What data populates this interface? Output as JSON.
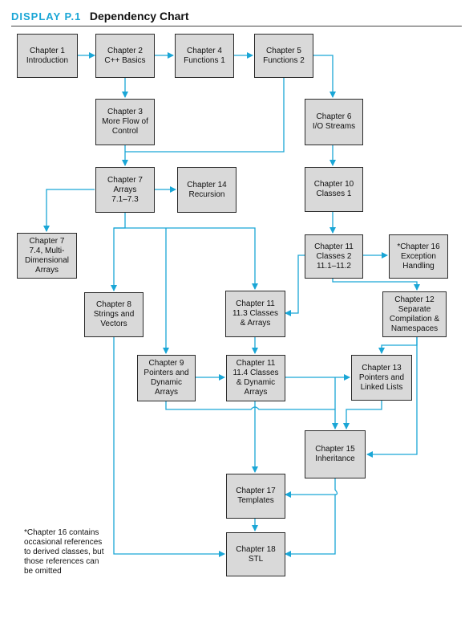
{
  "header": {
    "label": "DISPLAY P.1",
    "title": "Dependency Chart"
  },
  "colors": {
    "accent": "#1aa6d6",
    "box_fill": "#d9d9d9",
    "box_border": "#2b2b2b"
  },
  "nodes": {
    "ch1": "Chapter 1\nIntroduction",
    "ch2": "Chapter 2\nC++ Basics",
    "ch4": "Chapter 4\nFunctions 1",
    "ch5": "Chapter 5\nFunctions 2",
    "ch3": "Chapter 3\nMore Flow of\nControl",
    "ch6": "Chapter 6\nI/O Streams",
    "ch7a": "Chapter 7\nArrays\n7.1–7.3",
    "ch14": "Chapter 14\nRecursion",
    "ch10": "Chapter 10\nClasses 1",
    "ch7b": "Chapter 7\n7.4, Multi-\nDimensional\nArrays",
    "ch11a": "Chapter 11\nClasses 2\n11.1–11.2",
    "ch16": "*Chapter 16\nException\nHandling",
    "ch8": "Chapter 8\nStrings and\nVectors",
    "ch11b": "Chapter 11\n11.3 Classes\n& Arrays",
    "ch12": "Chapter 12\nSeparate\nCompilation &\nNamespaces",
    "ch9": "Chapter 9\nPointers and\nDynamic\nArrays",
    "ch11c": "Chapter 11\n11.4 Classes\n& Dynamic\nArrays",
    "ch13": "Chapter 13\nPointers and\nLinked Lists",
    "ch15": "Chapter 15\nInheritance",
    "ch17": "Chapter 17\nTemplates",
    "ch18": "Chapter 18\nSTL"
  },
  "footnote": "*Chapter 16 contains\noccasional references\nto derived classes, but\nthose references can\nbe omitted"
}
